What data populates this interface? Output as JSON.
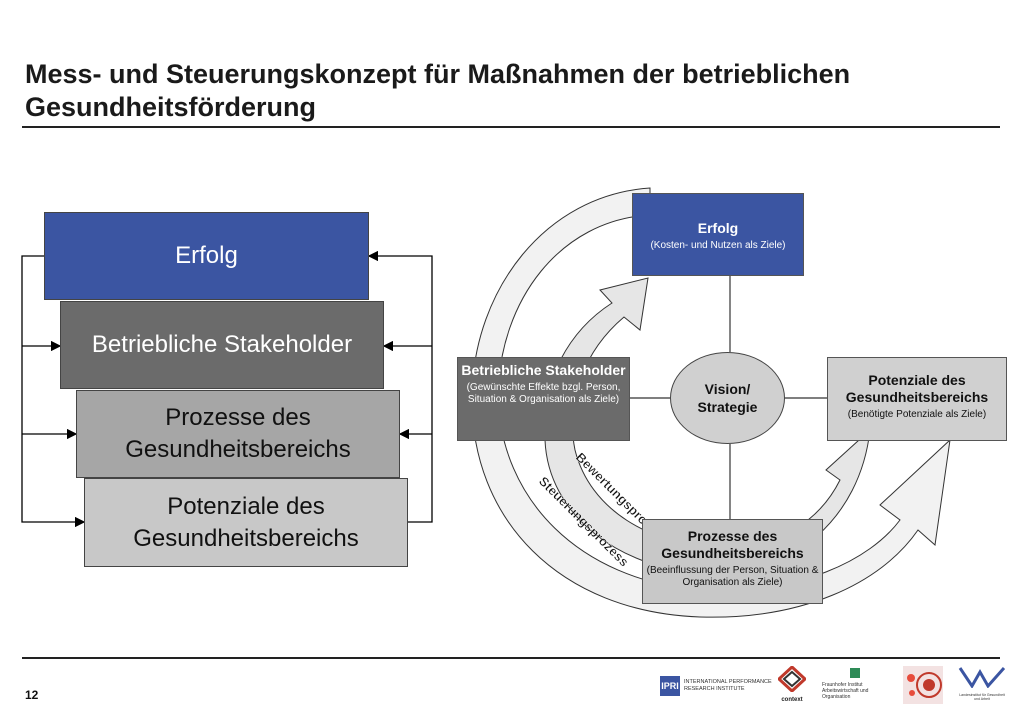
{
  "title": "Mess- und Steuerungskonzept für Maßnahmen der betrieblichen Gesundheitsförderung",
  "left_stack": {
    "erfolg": "Erfolg",
    "stakeholder": "Betriebliche Stakeholder",
    "prozesse": "Prozesse des Gesundheitsbereichs",
    "potenziale": "Potenziale des Gesundheitsbereichs"
  },
  "cycle": {
    "erfolg": {
      "heading": "Erfolg",
      "sub": "(Kosten- und Nutzen als Ziele)"
    },
    "stakeholder": {
      "heading": "Betriebliche Stakeholder",
      "sub": "(Gewünschte Effekte bzgl. Person, Situation & Organisation als Ziele)"
    },
    "potenziale": {
      "heading": "Potenziale des Gesundheitsbereichs",
      "sub": "(Benötigte Potenziale als Ziele)"
    },
    "prozesse": {
      "heading": "Prozesse des Gesundheitsbereichs",
      "sub": "(Beeinflussung der Person, Situation & Organisation als Ziele)"
    },
    "vision": "Vision/ Strategie",
    "bewertung_label": "Bewertungsprozess",
    "steuerung_label": "Steuerungsprozess"
  },
  "footer": {
    "page_number": "12",
    "ipri_mark": "IPRI",
    "ipri_text": "INTERNATIONAL PERFORMANCE RESEARCH INSTITUTE",
    "context_text": "context",
    "fraunhofer_text": "Fraunhofer Institut Arbeitswirtschaft und Organisation",
    "ministry_text": "Landesinstitut für Gesundheit und Arbeit"
  },
  "colors": {
    "blue": "#3b55a2",
    "dark_gray": "#6b6b6b",
    "mid_gray": "#a6a6a6",
    "light_gray": "#c8c8c8"
  }
}
